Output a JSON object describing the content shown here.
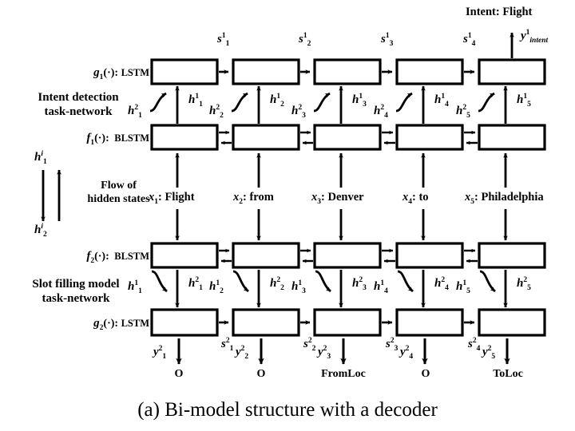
{
  "figure": {
    "caption": "(a) Bi-model structure with a decoder",
    "top_intent_label": "Intent: Flight"
  },
  "row_labels": {
    "g1": {
      "fn": "g",
      "idx": "1",
      "args": "(·):",
      "type": "LSTM"
    },
    "f1": {
      "fn": "f",
      "idx": "1",
      "args": "(·):",
      "type": "BLSTM"
    },
    "f2": {
      "fn": "f",
      "idx": "2",
      "args": "(·):",
      "type": "BLSTM"
    },
    "g2": {
      "fn": "g",
      "idx": "2",
      "args": "(·):",
      "type": "LSTM"
    }
  },
  "network_labels": {
    "intent": [
      "Intent detection",
      "task-network"
    ],
    "slot": [
      "Slot filling model",
      "task-network"
    ]
  },
  "legend": {
    "flow_text": [
      "Flow of",
      "hidden states"
    ],
    "top_symbol": {
      "base": "h",
      "sup": "i",
      "sub": "1"
    },
    "bottom_symbol": {
      "base": "h",
      "sup": "i",
      "sub": "2"
    }
  },
  "timesteps": [
    {
      "index": 1,
      "x_label": {
        "var": "x",
        "sub": "1",
        "word": "Flight"
      },
      "h1": {
        "base": "h",
        "sup": "1",
        "sub": "1"
      },
      "h2": {
        "base": "h",
        "sup": "2",
        "sub": "1"
      },
      "s1": {
        "base": "s",
        "sup": "1",
        "sub": "1"
      },
      "s2": {
        "base": "s",
        "sup": "2",
        "sub": "1"
      },
      "y2": {
        "base": "y",
        "sup": "2",
        "sub": "1"
      },
      "slot_tag": "O"
    },
    {
      "index": 2,
      "x_label": {
        "var": "x",
        "sub": "2",
        "word": "from"
      },
      "h1": {
        "base": "h",
        "sup": "1",
        "sub": "2"
      },
      "h2": {
        "base": "h",
        "sup": "2",
        "sub": "2"
      },
      "s1": {
        "base": "s",
        "sup": "1",
        "sub": "2"
      },
      "s2": {
        "base": "s",
        "sup": "2",
        "sub": "2"
      },
      "y2": {
        "base": "y",
        "sup": "2",
        "sub": "2"
      },
      "slot_tag": "O"
    },
    {
      "index": 3,
      "x_label": {
        "var": "x",
        "sub": "3",
        "word": "Denver"
      },
      "h1": {
        "base": "h",
        "sup": "1",
        "sub": "3"
      },
      "h2": {
        "base": "h",
        "sup": "2",
        "sub": "3"
      },
      "s1": {
        "base": "s",
        "sup": "1",
        "sub": "3"
      },
      "s2": {
        "base": "s",
        "sup": "2",
        "sub": "3"
      },
      "y2": {
        "base": "y",
        "sup": "2",
        "sub": "3"
      },
      "slot_tag": "FromLoc"
    },
    {
      "index": 4,
      "x_label": {
        "var": "x",
        "sub": "4",
        "word": "to"
      },
      "h1": {
        "base": "h",
        "sup": "1",
        "sub": "4"
      },
      "h2": {
        "base": "h",
        "sup": "2",
        "sub": "4"
      },
      "s1": {
        "base": "s",
        "sup": "1",
        "sub": "4"
      },
      "s2": {
        "base": "s",
        "sup": "2",
        "sub": "4"
      },
      "y2": {
        "base": "y",
        "sup": "2",
        "sub": "4"
      },
      "slot_tag": "O"
    },
    {
      "index": 5,
      "x_label": {
        "var": "x",
        "sub": "5",
        "word": "Philadelphia"
      },
      "h1": {
        "base": "h",
        "sup": "1",
        "sub": "5"
      },
      "h2": {
        "base": "h",
        "sup": "2",
        "sub": "5"
      },
      "s1": null,
      "s2": null,
      "y2": {
        "base": "y",
        "sup": "2",
        "sub": "5"
      },
      "slot_tag": "ToLoc"
    }
  ],
  "intent_output": {
    "base": "y",
    "sup": "1",
    "sub": "intent"
  },
  "colors": {
    "stroke": "#000000",
    "background": "#ffffff",
    "text": "#000000"
  }
}
